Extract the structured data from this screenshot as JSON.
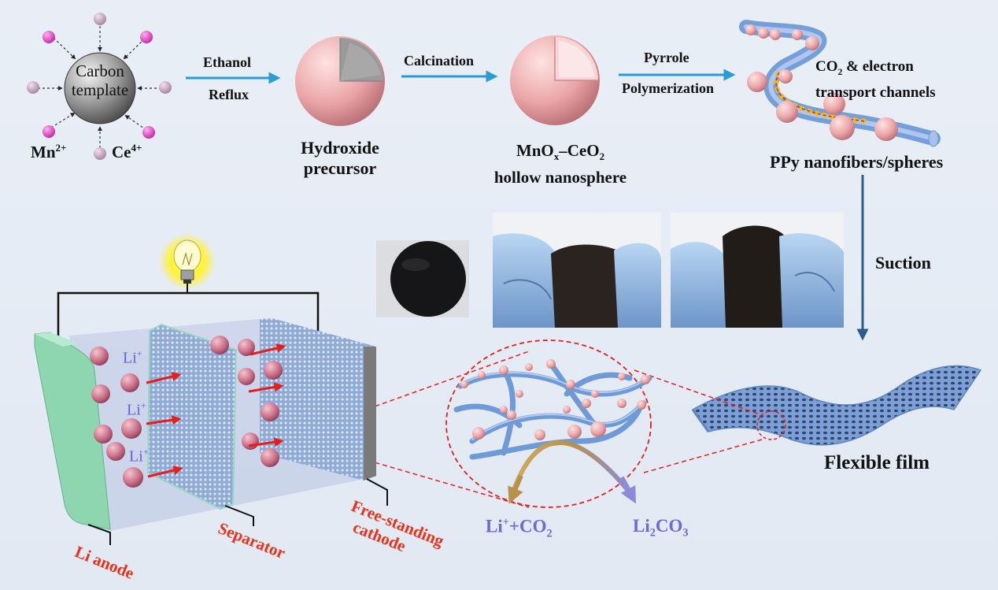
{
  "step1": {
    "center_line1": "Carbon",
    "center_line2": "template",
    "mn_label": "Mn",
    "mn_charge": "2+",
    "ce_label": "Ce",
    "ce_charge": "4+"
  },
  "arrow1": {
    "top": "Ethanol",
    "bottom": "Reflux"
  },
  "step2": {
    "line1": "Hydroxide",
    "line2": "precursor"
  },
  "arrow2": {
    "top": "Calcination"
  },
  "step3": {
    "line1_a": "MnO",
    "line1_sub": "x",
    "line1_b": "–CeO",
    "line1_sub2": "2",
    "line2": "hollow nanosphere"
  },
  "arrow3": {
    "top": "Pyrrole",
    "bottom": "Polymerization"
  },
  "step4": {
    "channel_line1_a": "CO",
    "channel_line1_sub": "2",
    "channel_line1_b": " & electron",
    "channel_line2": "transport  channels",
    "label": "PPy nanofibers/spheres"
  },
  "suction": "Suction",
  "film_label": "Flexible film",
  "battery": {
    "ion_base": "Li",
    "ion_charge": "+",
    "anode": "Li anode",
    "separator": "Separator",
    "cathode_line1": "Free-standing",
    "cathode_line2": "cathode"
  },
  "reaction": {
    "left_a": "Li",
    "left_sup": "+",
    "left_b": "+CO",
    "left_sub": "2",
    "right_a": "Li",
    "right_sub": "2",
    "right_b": "CO",
    "right_sub2": "3"
  },
  "colors": {
    "arrow_blue": "#2a9bd6",
    "sphere_pink": "#f2b7b7",
    "fiber_blue": "#7fa6e0",
    "red_label": "#e8321c",
    "ion_purple": "#6a5fd6",
    "anode_green": "#8ed6b0"
  }
}
